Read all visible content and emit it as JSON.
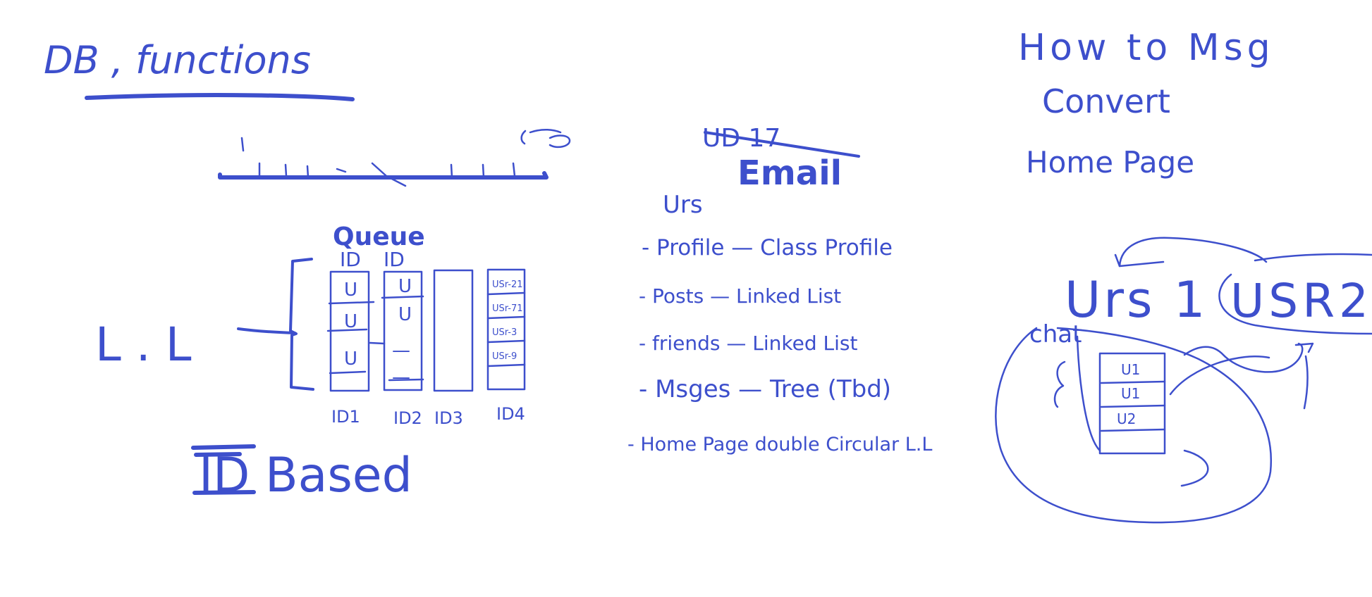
{
  "ink_color": "#3d4fcc",
  "background": "#ffffff",
  "title": "DB , functions",
  "ll_label": "L . L",
  "queue_label": "Queue",
  "id_based_label": "ID Based",
  "column_headers": [
    "ID",
    "ID"
  ],
  "columns": [
    {
      "label": "ID1",
      "cells": [
        "U",
        "U",
        "U"
      ]
    },
    {
      "label": "ID2",
      "cells": [
        "U",
        "U",
        "—",
        "—"
      ]
    },
    {
      "label": "ID3",
      "cells": []
    },
    {
      "label": "ID4",
      "cells": [
        "USr-21",
        "USr-71",
        "USr-3",
        "USr-9"
      ]
    }
  ],
  "crossed_text": "UD 17",
  "email_label": "Email",
  "list_heading": "Urs",
  "list_items": [
    "- Profile — Class Profile",
    "- Posts — Linked List",
    "- friends — Linked List",
    "- Msges — Tree (Tbd)",
    "- Home Page   double Circular L.L"
  ],
  "right_notes": [
    "How to Msg",
    "Convert",
    "Home Page"
  ],
  "user_bubbles": [
    "Urs 1",
    "USR2"
  ],
  "chat_label": "chat",
  "chat_stack": [
    "U1",
    "U1",
    "U2"
  ]
}
